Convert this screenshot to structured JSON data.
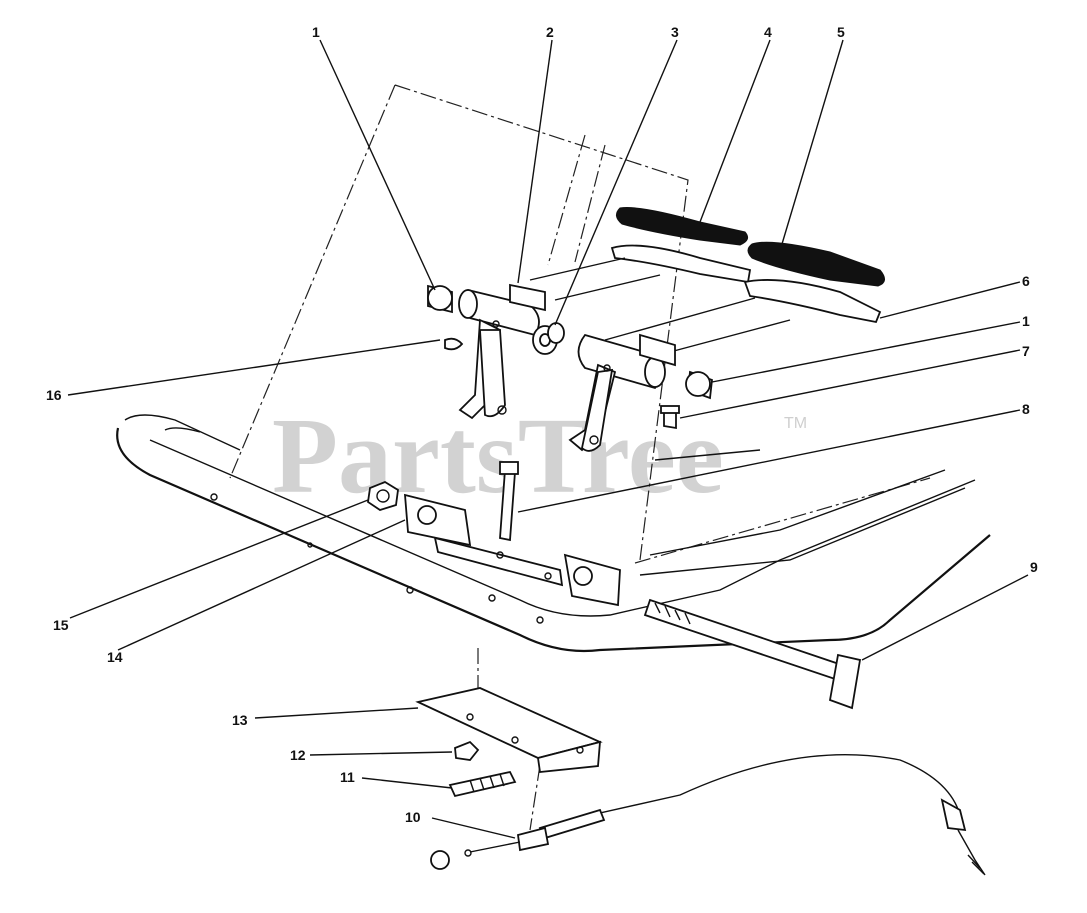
{
  "watermark": {
    "text": "PartsTree",
    "trademark": "TM"
  },
  "callouts": [
    {
      "id": "c1a",
      "label": "1"
    },
    {
      "id": "c2",
      "label": "2"
    },
    {
      "id": "c3",
      "label": "3"
    },
    {
      "id": "c4",
      "label": "4"
    },
    {
      "id": "c5",
      "label": "5"
    },
    {
      "id": "c6",
      "label": "6"
    },
    {
      "id": "c1b",
      "label": "1"
    },
    {
      "id": "c7",
      "label": "7"
    },
    {
      "id": "c8",
      "label": "8"
    },
    {
      "id": "c9",
      "label": "9"
    },
    {
      "id": "c10",
      "label": "10"
    },
    {
      "id": "c11",
      "label": "11"
    },
    {
      "id": "c12",
      "label": "12"
    },
    {
      "id": "c13",
      "label": "13"
    },
    {
      "id": "c14",
      "label": "14"
    },
    {
      "id": "c15",
      "label": "15"
    },
    {
      "id": "c16",
      "label": "16"
    }
  ]
}
